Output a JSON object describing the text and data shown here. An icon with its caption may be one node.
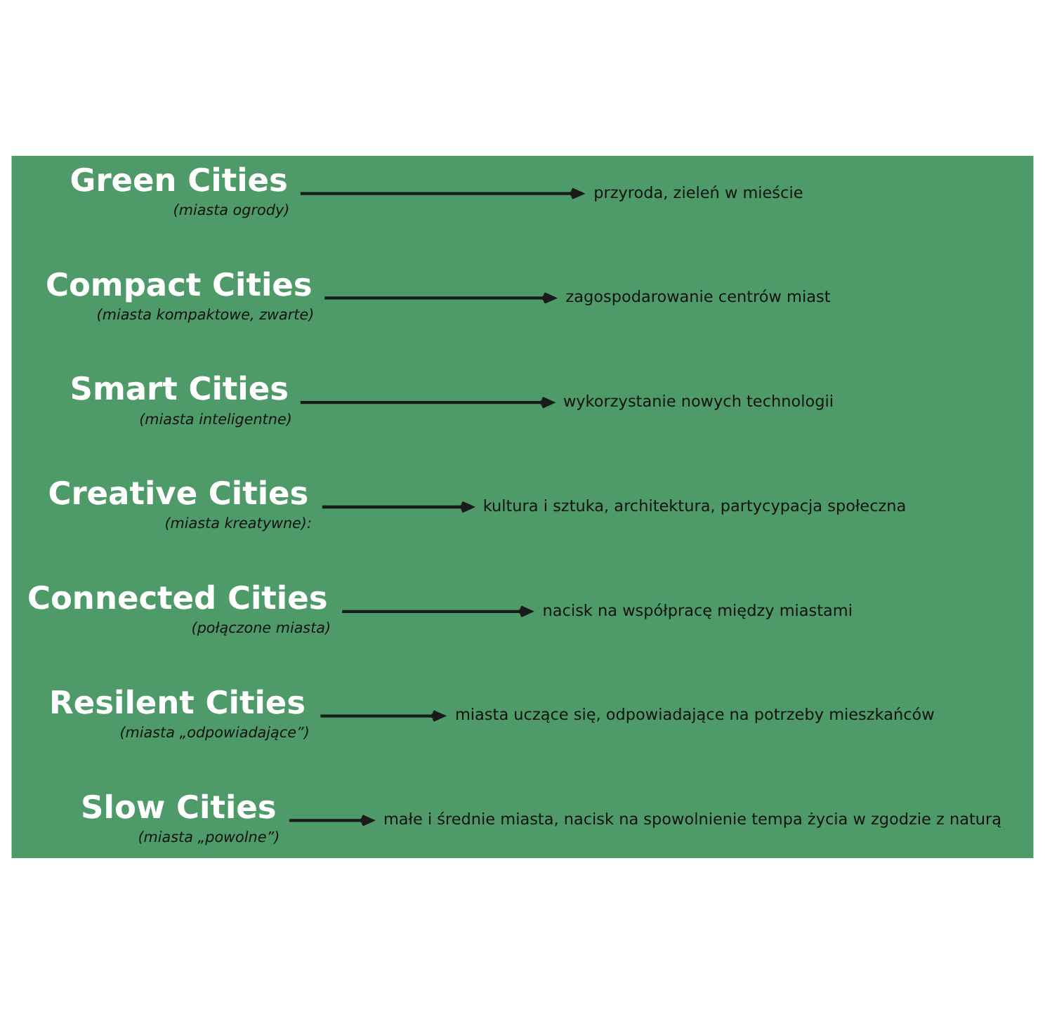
{
  "diagram": {
    "nodes": [
      {
        "text": [
          "Green Cities",
          "(miasta ogrody)"
        ]
      },
      {
        "text": [
          "przyroda, zieleń w mieście"
        ]
      },
      {
        "text": [
          "Compact Cities",
          "(miasta kompaktowe, zwarte)"
        ]
      },
      {
        "text": [
          "zagospodarowanie centrów miast"
        ]
      },
      {
        "text": [
          "Smart Cities",
          "(miasta inteligentne)"
        ]
      },
      {
        "text": [
          "wykorzystanie nowych technologii"
        ]
      },
      {
        "text": [
          "Creative Cities",
          "(miasta kreatywne):"
        ]
      },
      {
        "text": [
          "kultura i sztuka, architektura, partycypacja społeczna"
        ]
      },
      {
        "text": [
          "Connected Cities",
          "(połączone miasta)"
        ]
      },
      {
        "text": [
          "nacisk na współpracę między miastami"
        ]
      },
      {
        "text": [
          "Resilent Cities",
          "(miasta „odpowiadające”)"
        ]
      },
      {
        "text": [
          "miasta uczące się, odpowiadające na potrzeby mieszkańców"
        ]
      },
      {
        "text": [
          "Slow Cities",
          "(miasta „powolne”)"
        ]
      },
      {
        "text": [
          "małe i średnie miasta, nacisk na spowolnienie tempa życia w zgodzie z naturą"
        ]
      }
    ],
    "edges": [
      {
        "from": 0,
        "to": 1,
        "arrow": "to"
      },
      {
        "from": 2,
        "to": 3,
        "arrow": "to"
      },
      {
        "from": 4,
        "to": 5,
        "arrow": "to"
      },
      {
        "from": 6,
        "to": 7,
        "arrow": "to"
      },
      {
        "from": 8,
        "to": 9,
        "arrow": "to"
      },
      {
        "from": 10,
        "to": 11,
        "arrow": "to"
      },
      {
        "from": 12,
        "to": 13,
        "arrow": "to"
      }
    ]
  }
}
